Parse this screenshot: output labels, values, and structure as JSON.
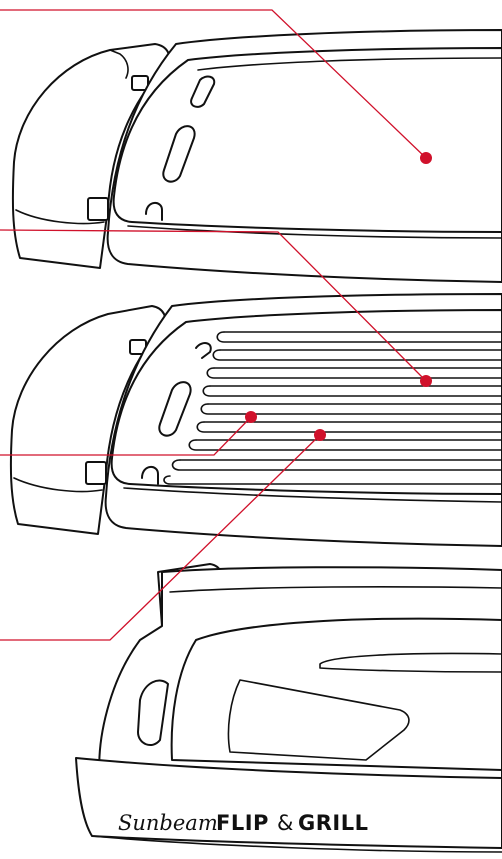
{
  "brand": {
    "logo_script": "Sunbeam",
    "product_word_1": "FLIP",
    "product_ampersand": "&",
    "product_word_2": "GRILL"
  },
  "callouts": {
    "color": "#d0112b",
    "items": [
      {
        "id": "flat-plate"
      },
      {
        "id": "grill-plate"
      },
      {
        "id": "grill-rib"
      },
      {
        "id": "drip-channel"
      }
    ]
  },
  "colors": {
    "outline": "#111111",
    "background": "#ffffff"
  }
}
